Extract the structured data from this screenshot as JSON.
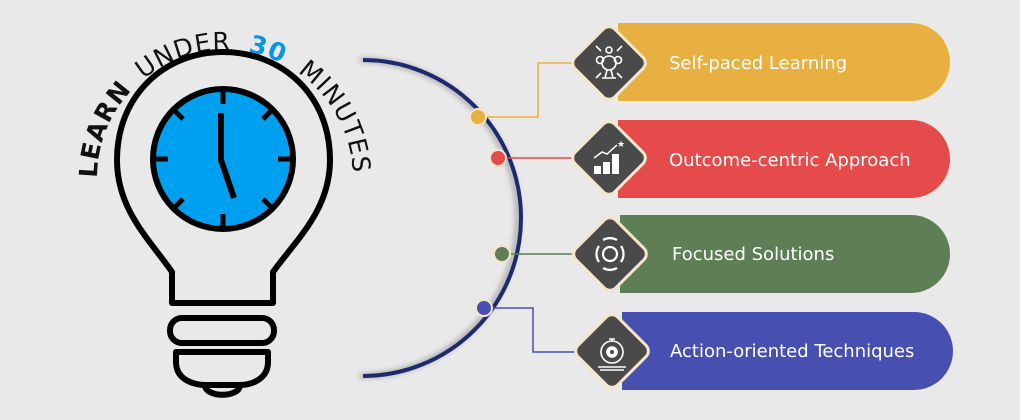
{
  "title": {
    "learn": "LEARN",
    "under": "UNDER",
    "number": "30",
    "minutes": "MINUTES"
  },
  "colors": {
    "background": "#e9e9e9",
    "clock_face": "#00a0f0",
    "arc": "#1f2a6e",
    "icon_tile": "#4a4a4a"
  },
  "items": [
    {
      "label": "Self-paced Learning",
      "color": "#e8b040",
      "icon": "group-focus-icon"
    },
    {
      "label": "Outcome-centric Approach",
      "color": "#e54b4b",
      "icon": "growth-chart-icon"
    },
    {
      "label": "Focused Solutions",
      "color": "#5e7e56",
      "icon": "target-focus-icon"
    },
    {
      "label": "Action-oriented Techniques",
      "color": "#4750b0",
      "icon": "stopwatch-gear-icon"
    }
  ]
}
